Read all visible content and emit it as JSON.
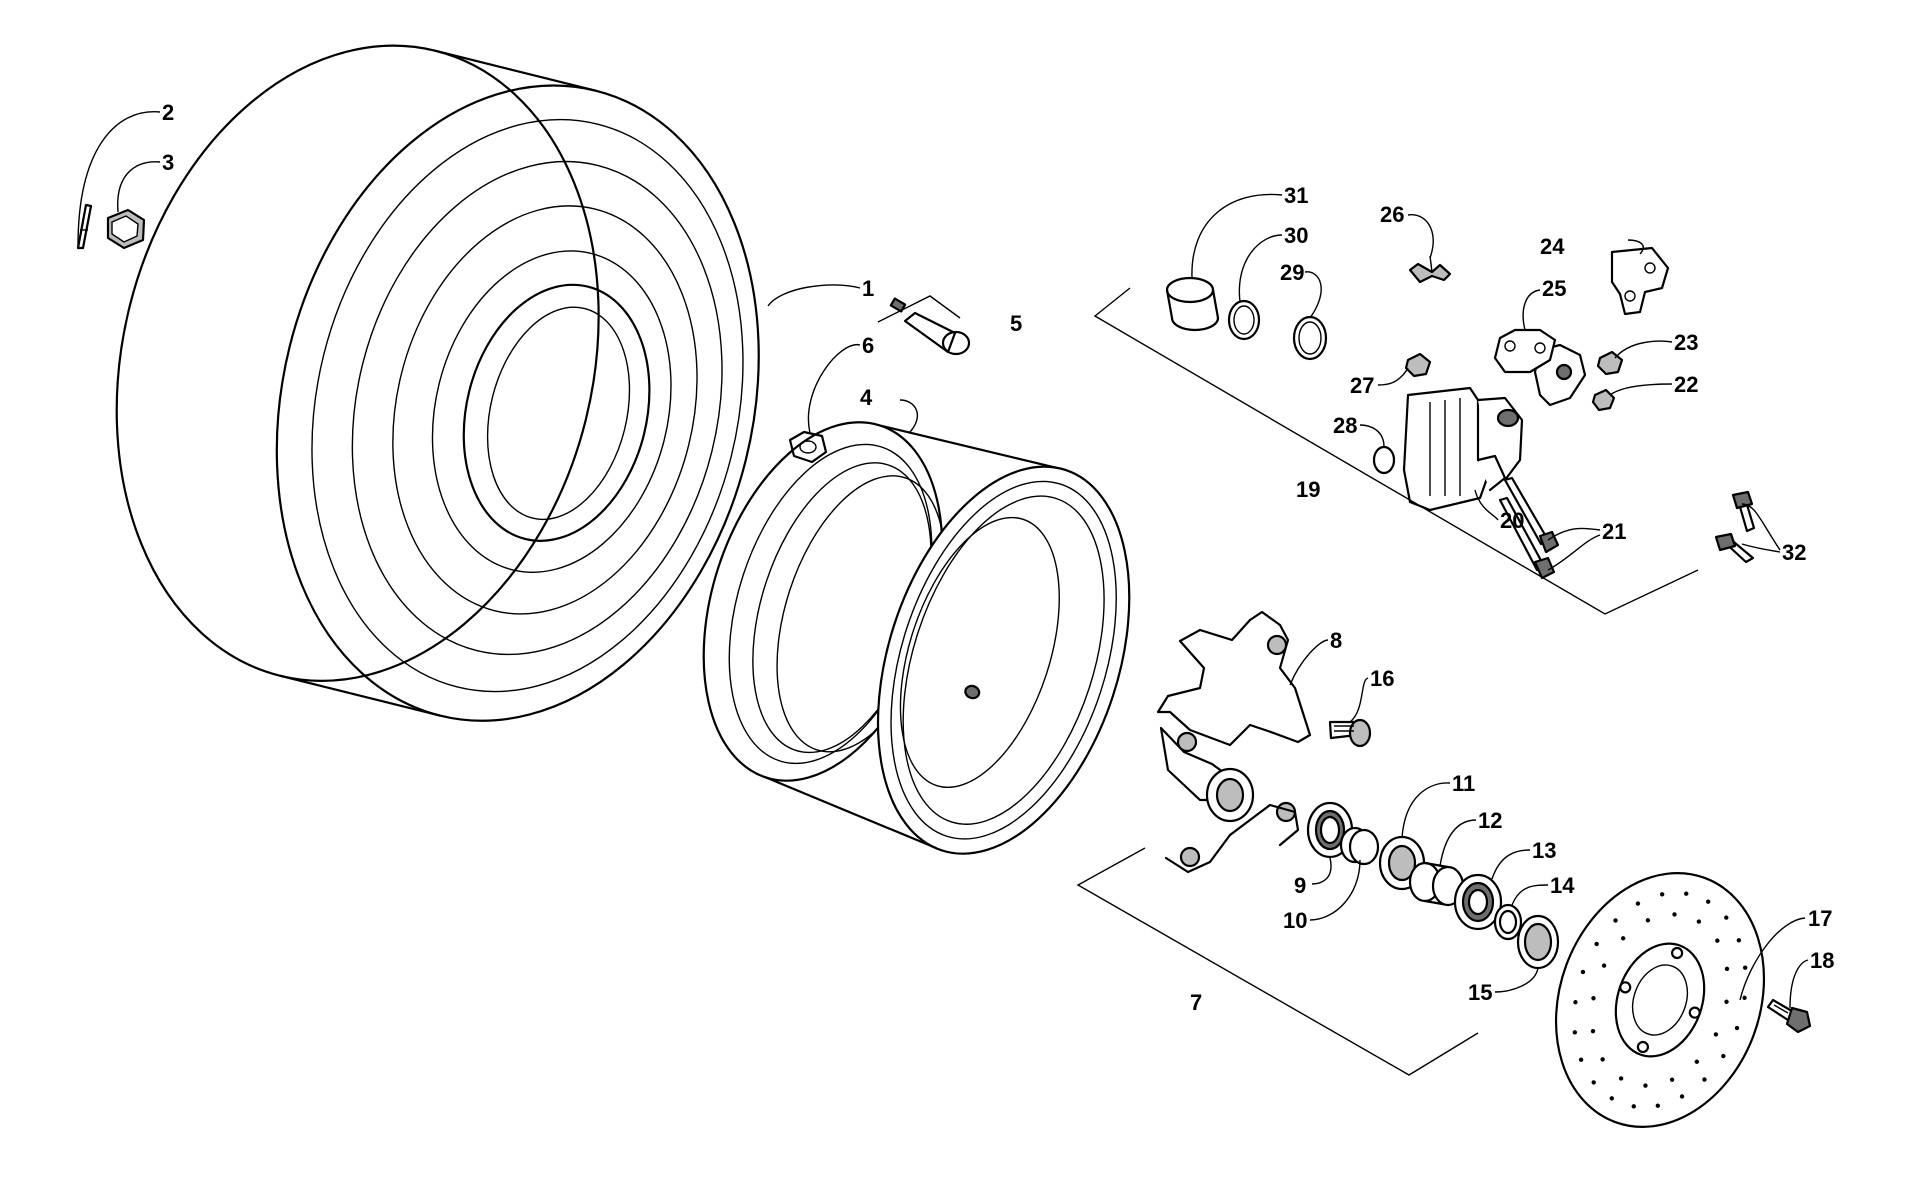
{
  "diagram": {
    "labels": {
      "l1": "1",
      "l2": "2",
      "l3": "3",
      "l4": "4",
      "l5": "5",
      "l6": "6",
      "l7": "7",
      "l8": "8",
      "l9": "9",
      "l10": "10",
      "l11": "11",
      "l12": "12",
      "l13": "13",
      "l14": "14",
      "l15": "15",
      "l16": "16",
      "l17": "17",
      "l18": "18",
      "l19": "19",
      "l20": "20",
      "l21": "21",
      "l22": "22",
      "l23": "23",
      "l24": "24",
      "l25": "25",
      "l26": "26",
      "l27": "27",
      "l28": "28",
      "l29": "29",
      "l30": "30",
      "l31": "31",
      "l32": "32"
    }
  }
}
